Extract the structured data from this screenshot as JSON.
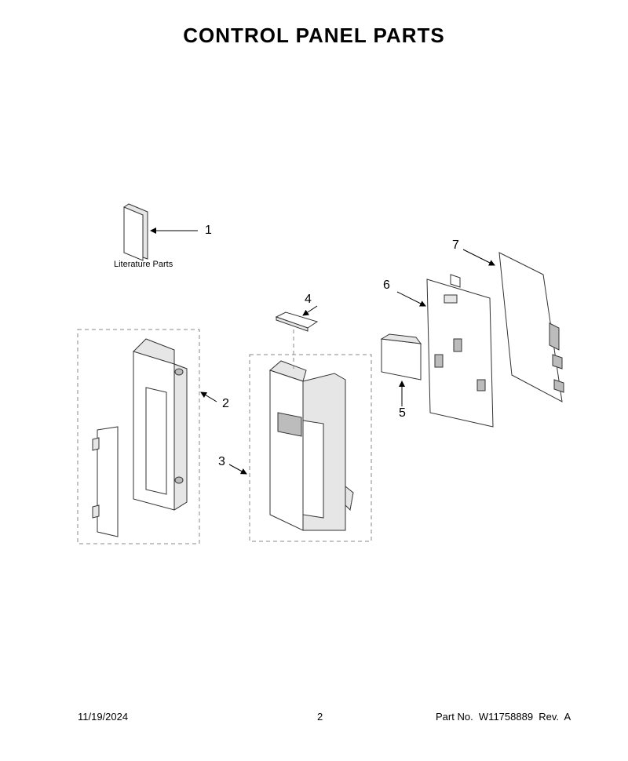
{
  "title": "CONTROL PANEL PARTS",
  "callouts": [
    {
      "id": "1",
      "label": "1"
    },
    {
      "id": "2",
      "label": "2"
    },
    {
      "id": "3",
      "label": "3"
    },
    {
      "id": "4",
      "label": "4"
    },
    {
      "id": "5",
      "label": "5"
    },
    {
      "id": "6",
      "label": "6"
    },
    {
      "id": "7",
      "label": "7"
    }
  ],
  "literature_caption": "Literature Parts",
  "footer": {
    "date": "11/19/2024",
    "page": "2",
    "part_no": "Part No.  W11758889  Rev.  A"
  }
}
